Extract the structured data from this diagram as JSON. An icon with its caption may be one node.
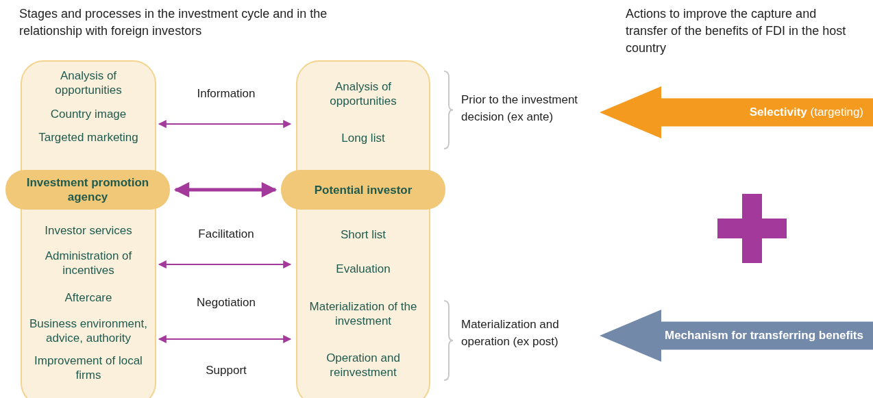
{
  "diagram": {
    "title": "Stages and processes in the investment cycle and in the relationship with foreign investors",
    "nodes": [
      {
        "text": [
          "Analysis of opportunities",
          "Country image",
          "Targeted marketing",
          "Investor services",
          "Administration of incentives",
          "Aftercare",
          "Business environment, advice, authority",
          "Improvement of local firms"
        ]
      },
      {
        "text": [
          "Investment promotion agency"
        ]
      },
      {
        "text": [
          "Analysis of opportunities",
          "Long list",
          "Short list",
          "Evaluation",
          "Materialization of the investment",
          "Operation and reinvestment"
        ]
      },
      {
        "text": [
          "Potential investor"
        ]
      },
      {
        "text": [
          "**Selectivity** (targeting)"
        ]
      },
      {
        "text": [
          "Mechanism for transferring benefits"
        ]
      }
    ],
    "edges": [
      {
        "from": 0,
        "to": 2,
        "arrow": "both"
      },
      {
        "from": 1,
        "to": 3,
        "arrow": "both",
        "style": "thick"
      },
      {
        "from": 0,
        "to": 2,
        "arrow": "both"
      },
      {
        "from": 0,
        "to": 2,
        "arrow": "both"
      }
    ],
    "labels": [
      "Actions to improve the capture and transfer of the benefits of FDI in the host country",
      "Information",
      "Facilitation",
      "Negotiation",
      "Support",
      "Prior to the investment decision (ex ante)",
      "Materialization and operation (ex post)"
    ]
  }
}
